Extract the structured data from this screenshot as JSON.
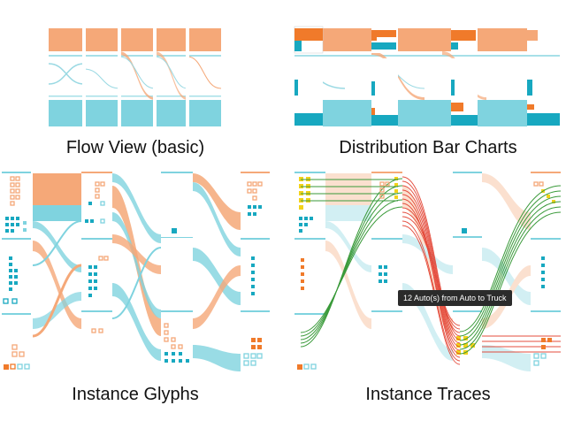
{
  "captions": {
    "top_left": "Flow View (basic)",
    "top_right": "Distribution Bar Charts",
    "bottom_left": "Instance Glyphs",
    "bottom_right": "Instance Traces"
  },
  "tooltip": "12 Auto(s) from Auto to Truck",
  "colors": {
    "orange": "#f5a878",
    "orange_dark": "#f07a2a",
    "teal": "#7fd3df",
    "teal_dark": "#17a8c0",
    "green": "#3a9a3a",
    "red": "#e23a2a",
    "yellow": "#f2d21a"
  }
}
